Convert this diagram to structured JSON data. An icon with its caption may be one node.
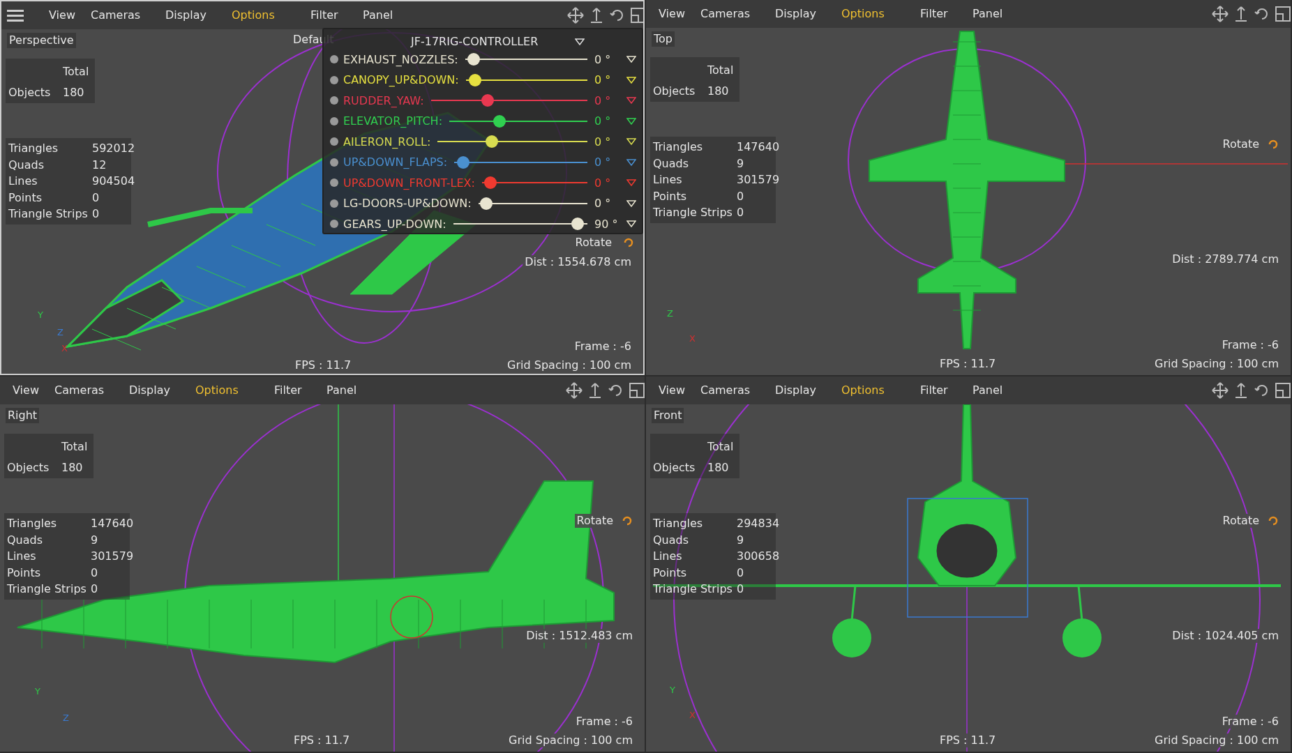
{
  "diagram": {
    "nodes": [
      {
        "text": [
          "Perspective"
        ]
      },
      {
        "text": [
          "Top"
        ]
      },
      {
        "text": [
          "Right"
        ]
      },
      {
        "text": [
          "Front"
        ]
      },
      {
        "text": [
          "JF-17RIG-CONTROLLER"
        ],
        "in": 0
      },
      {
        "text": [
          "EXHAUST_NOZZLES:",
          "0 °"
        ],
        "in": 4
      },
      {
        "text": [
          "CANOPY_UP&DOWN:",
          "0 °"
        ],
        "in": 4
      },
      {
        "text": [
          "RUDDER_YAW:",
          "0 °"
        ],
        "in": 4
      },
      {
        "text": [
          "ELEVATOR_PITCH:",
          "0 °"
        ],
        "in": 4
      },
      {
        "text": [
          "AILERON_ROLL:",
          "0 °"
        ],
        "in": 4
      },
      {
        "text": [
          "UP&DOWN_FLAPS:",
          "0 °"
        ],
        "in": 4
      },
      {
        "text": [
          "UP&DOWN_FRONT-LEX:",
          "0 °"
        ],
        "in": 4
      },
      {
        "text": [
          "LG-DOORS-UP&DOWN:",
          "0 °"
        ],
        "in": 4
      },
      {
        "text": [
          "GEARS_UP-DOWN:",
          "90 °"
        ],
        "in": 4
      }
    ],
    "labels": [
      "View",
      "Cameras",
      "Display",
      "Options",
      "Filter",
      "Panel",
      "Total",
      "Objects",
      "180",
      "Triangles",
      "592012",
      "Quads",
      "12",
      "Lines",
      "904504",
      "Points",
      "0",
      "Triangle Strips",
      "0",
      "Rotate",
      "Dist : 1554.678 cm",
      "Frame : -6",
      "FPS : 11.7",
      "Grid Spacing : 100 cm",
      "Y",
      "Z",
      "X",
      "Default",
      "View",
      "Cameras",
      "Display",
      "Options",
      "Filter",
      "Panel",
      "Total",
      "Objects",
      "180",
      "Triangles",
      "147640",
      "Quads",
      "9",
      "Lines",
      "301579",
      "Points",
      "0",
      "Triangle Strips",
      "0",
      "Rotate",
      "Dist : 2789.774 cm",
      "Frame : -6",
      "FPS : 11.7",
      "Grid Spacing : 100 cm",
      "Z",
      "X",
      "View",
      "Cameras",
      "Display",
      "Options",
      "Filter",
      "Panel",
      "Total",
      "Objects",
      "180",
      "Triangles",
      "147640",
      "Quads",
      "9",
      "Lines",
      "301579",
      "Points",
      "0",
      "Triangle Strips",
      "0",
      "Rotate",
      "Dist : 1512.483 cm",
      "Frame : -6",
      "FPS : 11.7",
      "Grid Spacing : 100 cm",
      "Y",
      "Z",
      "View",
      "Cameras",
      "Display",
      "Options",
      "Filter",
      "Panel",
      "Total",
      "Objects",
      "180",
      "Triangles",
      "294834",
      "Quads",
      "9",
      "Lines",
      "300658",
      "Points",
      "0",
      "Triangle Strips",
      "0",
      "Rotate",
      "Dist : 1024.405 cm",
      "Frame : -6",
      "FPS : 11.7",
      "Grid Spacing : 100 cm",
      "Y",
      "X"
    ]
  }
}
